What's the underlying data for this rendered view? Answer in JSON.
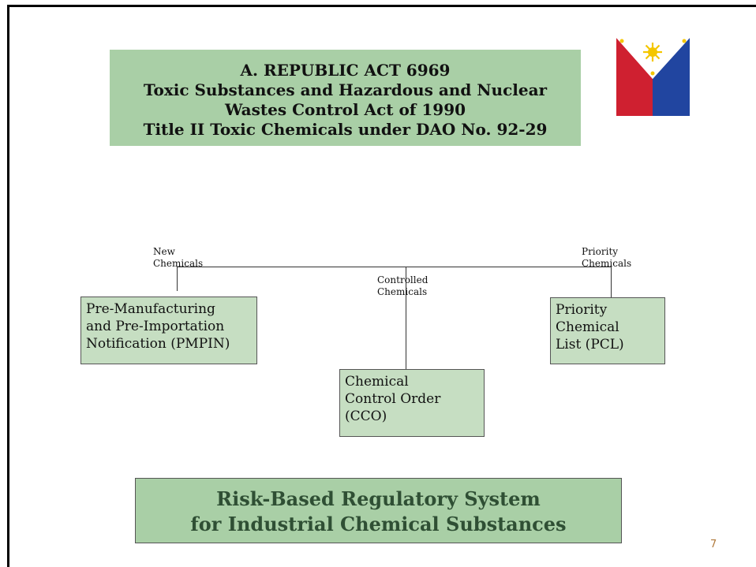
{
  "title": {
    "lines": [
      "A.  REPUBLIC ACT 6969",
      "Toxic Substances and Hazardous and Nuclear",
      "Wastes Control Act of 1990",
      "Title II Toxic Chemicals under DAO No. 92-29"
    ]
  },
  "branches": {
    "new": {
      "label_lines": [
        "New",
        "Chemicals"
      ],
      "node_lines": [
        "Pre-Manufacturing",
        "and Pre-Importation",
        "Notification (PMPIN)"
      ]
    },
    "controlled": {
      "label_lines": [
        "Controlled",
        "Chemicals"
      ],
      "node_lines": [
        "Chemical",
        "Control Order",
        "(CCO)"
      ]
    },
    "priority": {
      "label_lines": [
        "Priority",
        "Chemicals"
      ],
      "node_lines": [
        "Priority",
        "Chemical",
        "List (PCL)"
      ]
    }
  },
  "footer": {
    "lines": [
      "Risk-Based Regulatory System",
      "for Industrial Chemical Substances"
    ]
  },
  "page_number": "7",
  "colors": {
    "title_fill": "#a9cfa6",
    "node_fill": "#c6dec2",
    "footer_text": "#2f4f34",
    "page_number": "#b07a3c",
    "flag_red": "#cf2030",
    "flag_blue": "#2145a0",
    "flag_sun": "#f4c600"
  },
  "icons": {
    "flag": "philippine-flag-icon"
  }
}
